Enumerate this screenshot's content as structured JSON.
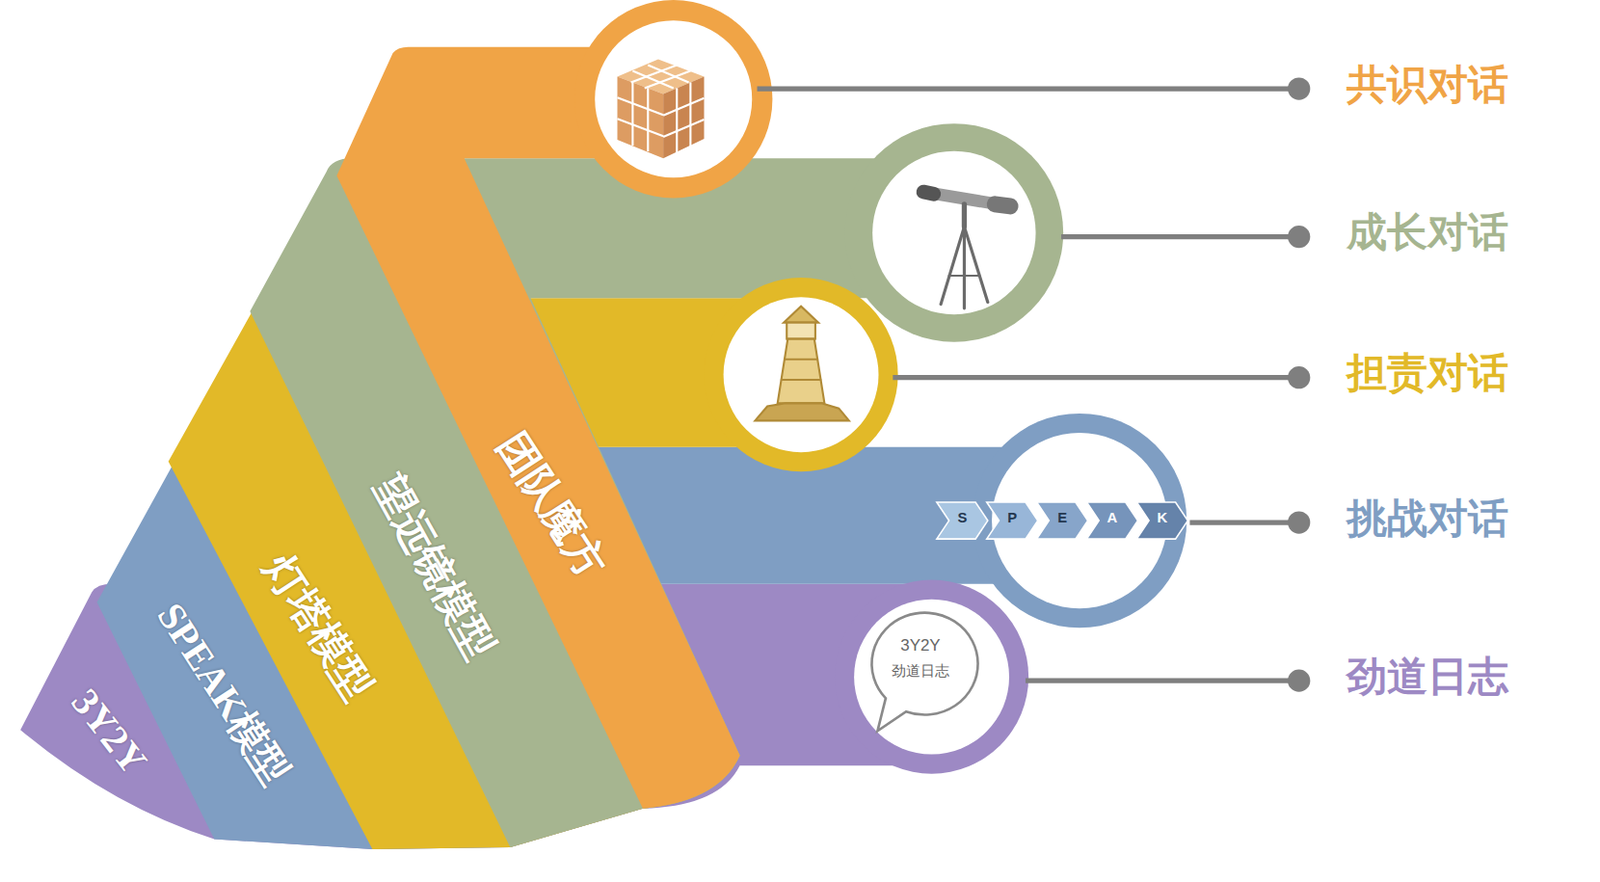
{
  "diagram": {
    "nodes": [
      {
        "text": [
          "团队魔方"
        ]
      },
      {
        "text": [
          "望远镜模型"
        ]
      },
      {
        "text": [
          "灯塔模型"
        ]
      },
      {
        "text": [
          "SPEAK模型"
        ]
      },
      {
        "text": [
          "3Y2Y"
        ]
      },
      {
        "text": [
          "共识对话"
        ]
      },
      {
        "text": [
          "成长对话"
        ]
      },
      {
        "text": [
          "担责对话"
        ]
      },
      {
        "text": [
          "挑战对话"
        ]
      },
      {
        "text": [
          "劲道日志"
        ]
      }
    ],
    "edges": [
      {
        "from": 0,
        "to": 5,
        "arrow": "none"
      },
      {
        "from": 1,
        "to": 6,
        "arrow": "none"
      },
      {
        "from": 2,
        "to": 7,
        "arrow": "none"
      },
      {
        "from": 3,
        "to": 8,
        "arrow": "none"
      },
      {
        "from": 4,
        "to": 9,
        "arrow": "none"
      }
    ],
    "labels": [
      "S",
      "P",
      "E",
      "A",
      "K",
      "3Y2Y",
      "劲道日志"
    ]
  }
}
